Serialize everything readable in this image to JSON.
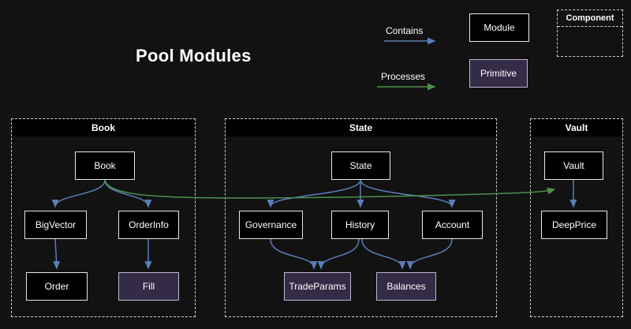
{
  "title": "Pool Modules",
  "legend": {
    "contains": "Contains",
    "processes": "Processes",
    "module": "Module",
    "primitive": "Primitive",
    "component": "Component",
    "contains_color": "#5b7db8",
    "processes_color": "#4e8f4e",
    "module_bg": "#000000",
    "primitive_bg": "#342b46"
  },
  "diagram": {
    "groups": [
      {
        "label": "Book",
        "nodes": [
          {
            "label": "Book",
            "type": "module"
          },
          {
            "label": "BigVector",
            "type": "module"
          },
          {
            "label": "OrderInfo",
            "type": "module"
          },
          {
            "label": "Order",
            "type": "module"
          },
          {
            "label": "Fill",
            "type": "primitive"
          }
        ]
      },
      {
        "label": "State",
        "nodes": [
          {
            "label": "State",
            "type": "module"
          },
          {
            "label": "Governance",
            "type": "module"
          },
          {
            "label": "History",
            "type": "module"
          },
          {
            "label": "Account",
            "type": "module"
          },
          {
            "label": "TradeParams",
            "type": "primitive"
          },
          {
            "label": "Balances",
            "type": "primitive"
          }
        ]
      },
      {
        "label": "Vault",
        "nodes": [
          {
            "label": "Vault",
            "type": "module"
          },
          {
            "label": "DeepPrice",
            "type": "module"
          }
        ]
      }
    ],
    "edges": {
      "contains": [
        [
          "Book",
          "BigVector"
        ],
        [
          "Book",
          "OrderInfo"
        ],
        [
          "BigVector",
          "Order"
        ],
        [
          "OrderInfo",
          "Fill"
        ],
        [
          "State",
          "Governance"
        ],
        [
          "State",
          "History"
        ],
        [
          "State",
          "Account"
        ],
        [
          "Governance",
          "TradeParams"
        ],
        [
          "History",
          "TradeParams"
        ],
        [
          "History",
          "Balances"
        ],
        [
          "Account",
          "Balances"
        ],
        [
          "Vault",
          "DeepPrice"
        ]
      ],
      "processes": [
        [
          "Book",
          "Vault"
        ]
      ]
    }
  }
}
